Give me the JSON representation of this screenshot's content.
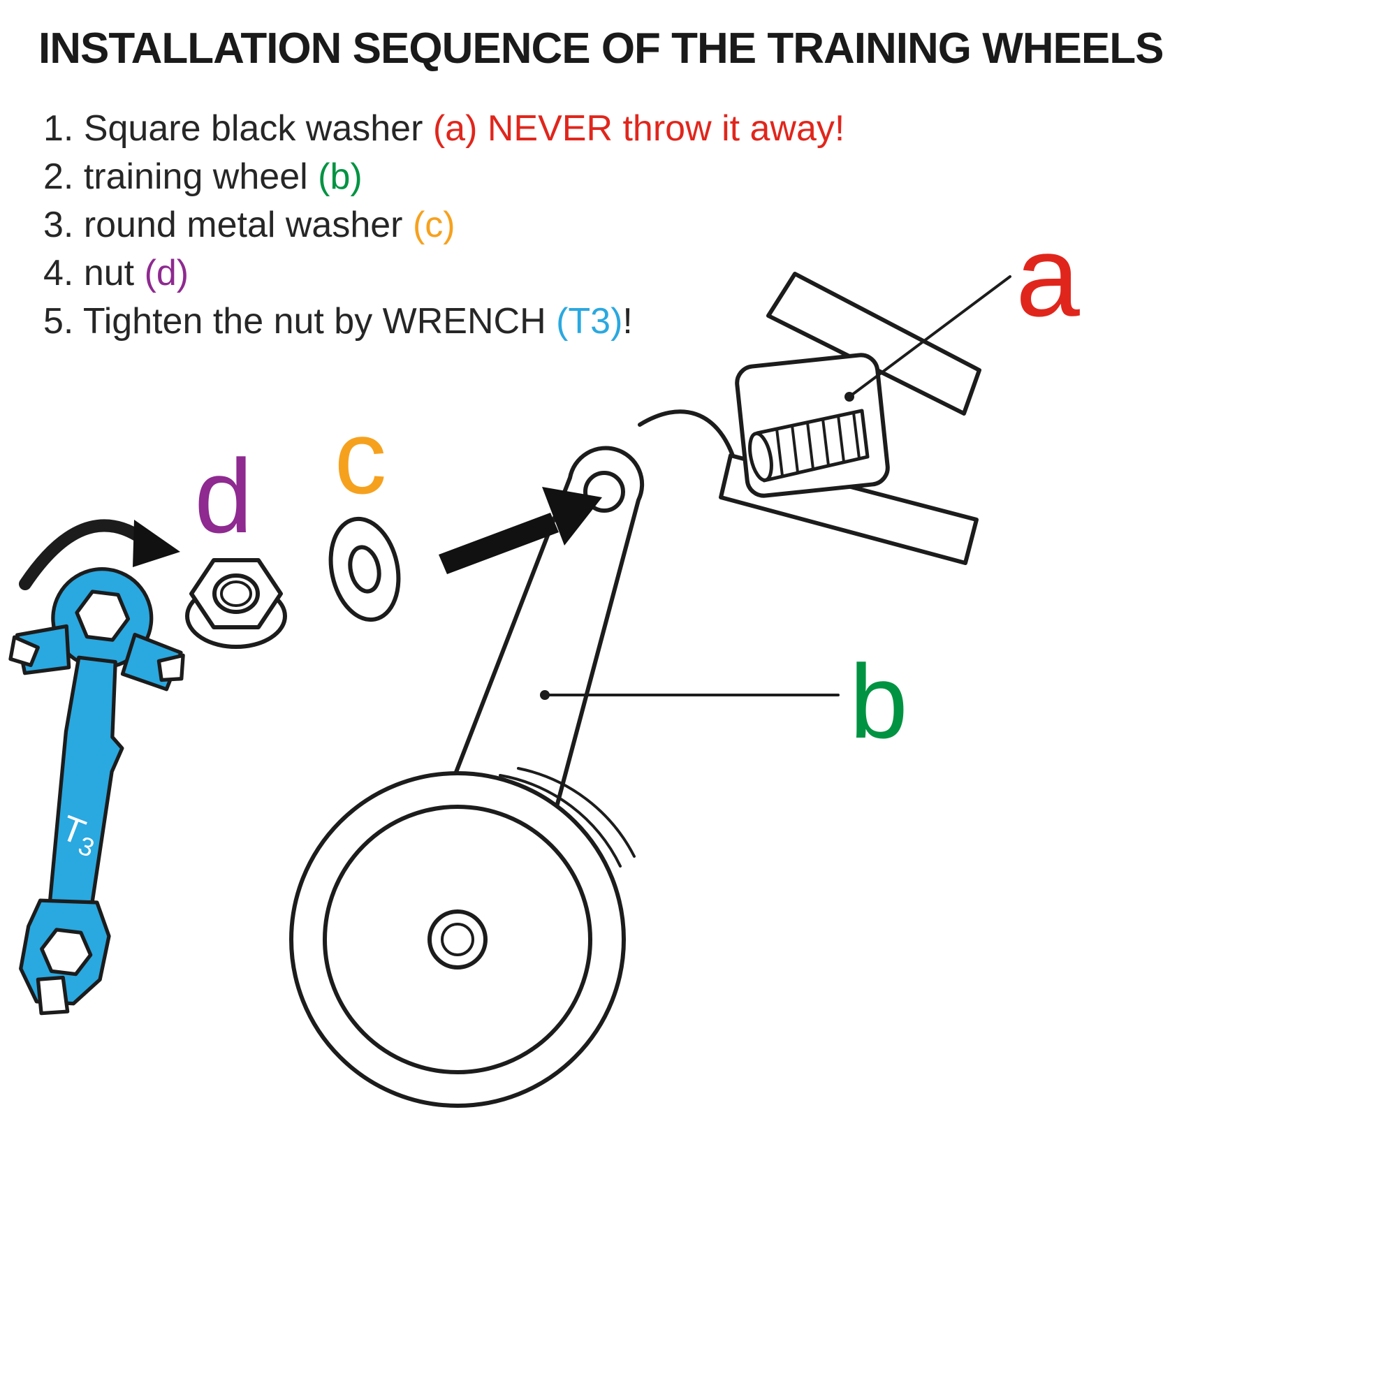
{
  "title": "INSTALLATION SEQUENCE OF THE TRAINING WHEELS",
  "colors": {
    "text": "#262626",
    "red": "#e0261c",
    "green": "#009342",
    "orange": "#f6a11e",
    "purple": "#8e2a90",
    "blue": "#2aa8e0",
    "outline": "#1c1c1c",
    "wrench": "#2aa8e0"
  },
  "steps": [
    {
      "segments": [
        {
          "text": "1. Square black washer ",
          "color": "text"
        },
        {
          "text": "(a) NEVER throw it away!",
          "color": "red"
        }
      ]
    },
    {
      "segments": [
        {
          "text": "2. training wheel ",
          "color": "text"
        },
        {
          "text": "(b)",
          "color": "green"
        }
      ]
    },
    {
      "segments": [
        {
          "text": "3. round metal washer ",
          "color": "text"
        },
        {
          "text": "(c)",
          "color": "orange"
        }
      ]
    },
    {
      "segments": [
        {
          "text": "4. nut ",
          "color": "text"
        },
        {
          "text": "(d)",
          "color": "purple"
        }
      ]
    },
    {
      "segments": [
        {
          "text": "5. Tighten the nut by WRENCH ",
          "color": "text"
        },
        {
          "text": "(T3)",
          "color": "blue"
        },
        {
          "text": "!",
          "color": "text"
        }
      ]
    }
  ],
  "labels": {
    "a": "a",
    "b": "b",
    "c": "c",
    "d": "d",
    "wrench_main": "T",
    "wrench_sub": "3"
  }
}
